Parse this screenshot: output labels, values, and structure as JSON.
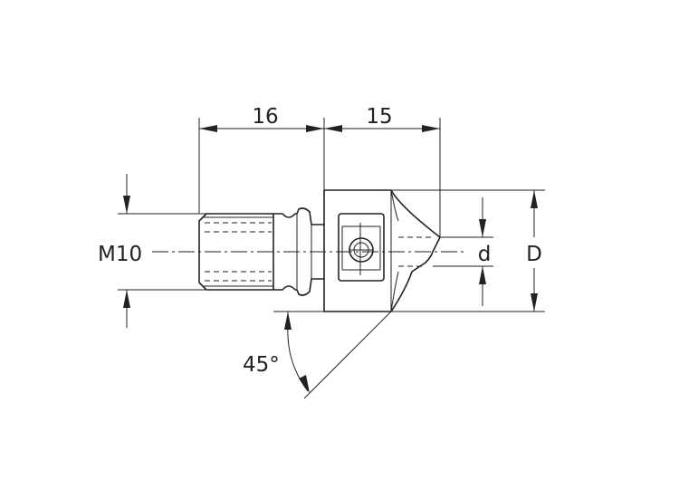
{
  "dimensions": {
    "length_shank": "16",
    "length_head": "15",
    "thread": "M10",
    "diameter_small": "d",
    "diameter_large": "D",
    "angle": "45°"
  },
  "colors": {
    "line": "#222222",
    "background": "#ffffff"
  }
}
